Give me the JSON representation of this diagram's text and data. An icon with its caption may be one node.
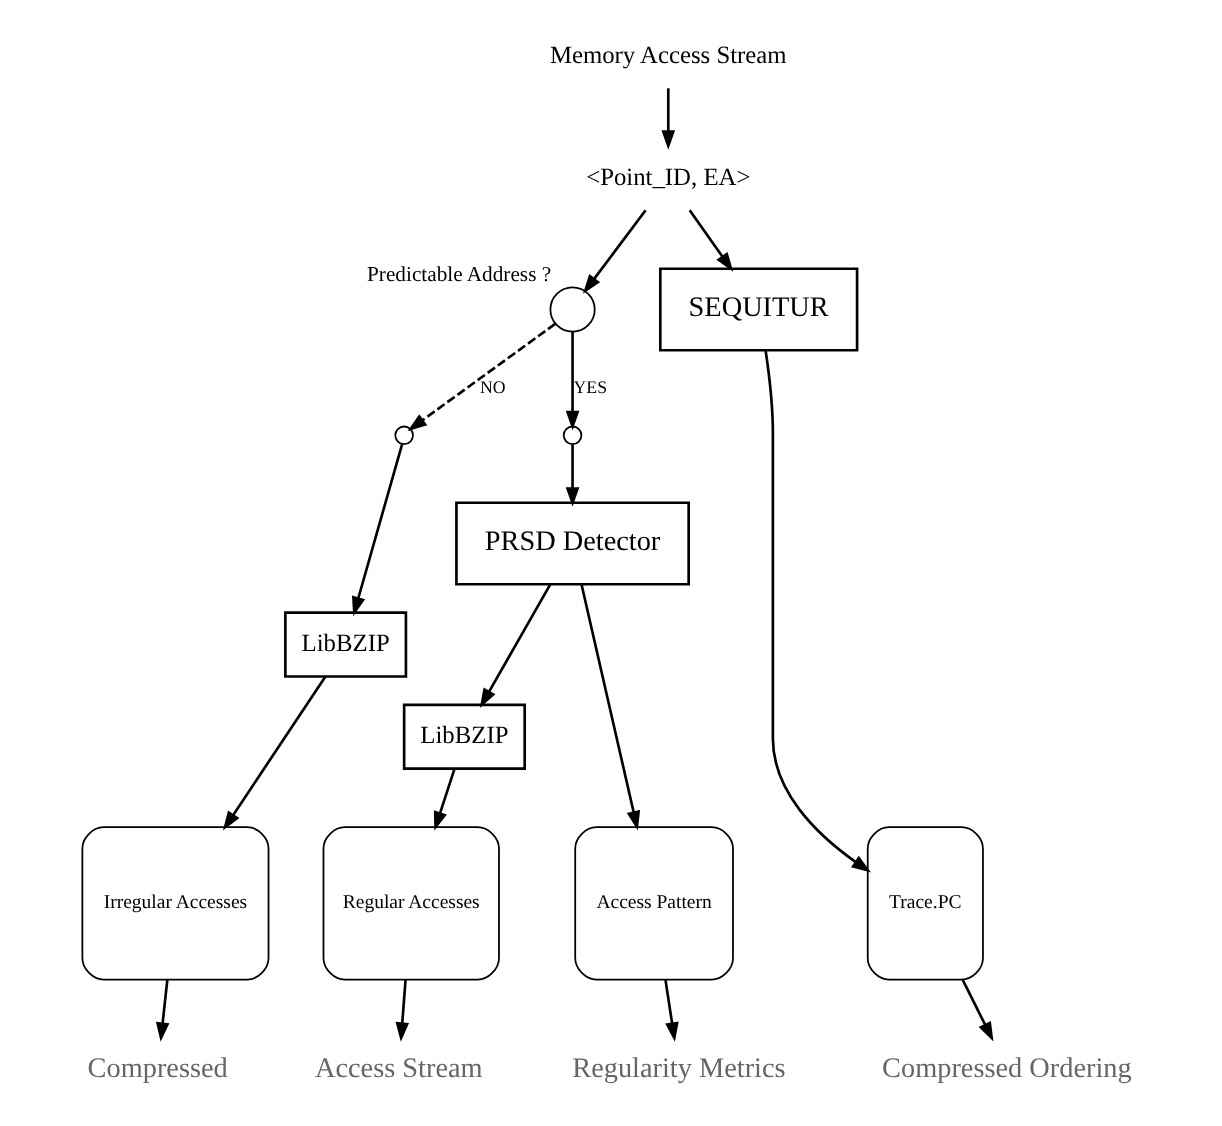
{
  "diagram": {
    "nodes": [
      {
        "text": [
          "Memory Access Stream"
        ]
      },
      {
        "text": [
          "<Point_ID, EA>"
        ]
      },
      {
        "text": [],
        "shape": "circle",
        "beside": [
          "Predictable Address ?"
        ]
      },
      {
        "text": [],
        "shape": "circle"
      },
      {
        "text": [],
        "shape": "circle"
      },
      {
        "text": [
          "SEQUITUR"
        ]
      },
      {
        "text": [
          "LibBZIP"
        ]
      },
      {
        "text": [
          "PRSD Detector"
        ]
      },
      {
        "text": [
          "LibBZIP"
        ]
      },
      {
        "text": [
          "Trace.PC"
        ]
      },
      {
        "text": [
          "Irregular Accesses"
        ]
      },
      {
        "text": [
          "Regular Accesses"
        ]
      },
      {
        "text": [
          "Access Pattern"
        ]
      },
      {
        "text": [
          "Compressed Ordering"
        ]
      },
      {
        "text": [
          "Compressed"
        ]
      },
      {
        "text": [
          "Access Stream"
        ]
      },
      {
        "text": [
          "Regularity Metrics"
        ]
      }
    ],
    "edges": [
      {
        "from": 0,
        "to": 1,
        "arrow": "to"
      },
      {
        "from": 1,
        "to": 5,
        "arrow": "to"
      },
      {
        "from": 1,
        "to": 2,
        "arrow": "to"
      },
      {
        "from": 2,
        "to": 3,
        "arrow": "to",
        "label": "NO",
        "style": "dashed"
      },
      {
        "from": 2,
        "to": 4,
        "arrow": "to",
        "label": "YES"
      },
      {
        "from": 3,
        "to": 6,
        "arrow": "to"
      },
      {
        "from": 4,
        "to": 7,
        "arrow": "to"
      },
      {
        "from": 7,
        "to": 8,
        "arrow": "to"
      },
      {
        "from": 7,
        "to": 12,
        "arrow": "to"
      },
      {
        "from": 5,
        "to": 9,
        "arrow": "to"
      },
      {
        "from": 6,
        "to": 10,
        "arrow": "to"
      },
      {
        "from": 8,
        "to": 11,
        "arrow": "to"
      },
      {
        "from": 9,
        "to": 13,
        "arrow": "to"
      },
      {
        "from": 10,
        "to": 14,
        "arrow": "to"
      },
      {
        "from": 11,
        "to": 15,
        "arrow": "to"
      },
      {
        "from": 12,
        "to": 16,
        "arrow": "to"
      }
    ]
  }
}
